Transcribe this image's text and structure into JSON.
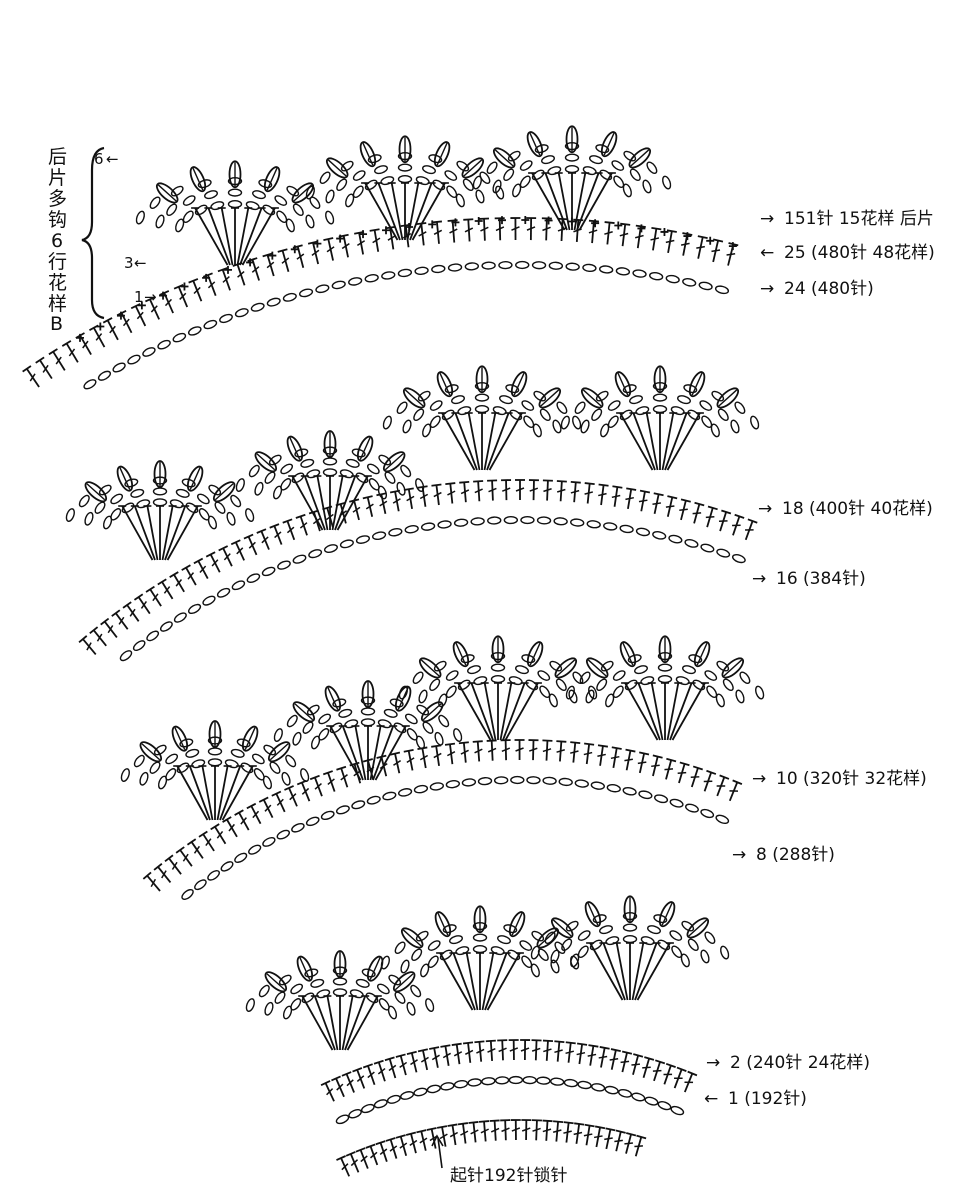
{
  "diagram": {
    "side_note_chars": [
      "后",
      "片",
      "多",
      "钩",
      "6",
      "行",
      "花",
      "样",
      "B"
    ],
    "back_rows": [
      {
        "number": "6",
        "arrow": "←"
      },
      {
        "number": "3",
        "arrow": "←"
      },
      {
        "number": "1",
        "arrow": "→"
      }
    ],
    "row_labels": [
      {
        "arrow": "→",
        "text": "151针  15花样  后片"
      },
      {
        "arrow": "←",
        "text": "25 (480针 48花样)"
      },
      {
        "arrow": "→",
        "text": "24 (480针)"
      },
      {
        "arrow": "→",
        "text": "18 (400针  40花样)"
      },
      {
        "arrow": "→",
        "text": "16 (384针)"
      },
      {
        "arrow": "→",
        "text": "10  (320针  32花样)"
      },
      {
        "arrow": "→",
        "text": "8 (288针)"
      },
      {
        "arrow": "→",
        "text": "2 (240针  24花样)"
      },
      {
        "arrow": "←",
        "text": "1     (192针)"
      }
    ],
    "foundation": {
      "arrow": "↑",
      "text": "起针192针锁针"
    },
    "colors": {
      "ink": "#111111",
      "paper": "#ffffff"
    },
    "symbols": [
      "chain-stitch",
      "single-crochet-plus",
      "double-crochet",
      "treble-crochet",
      "puff-stitch",
      "picot"
    ]
  }
}
